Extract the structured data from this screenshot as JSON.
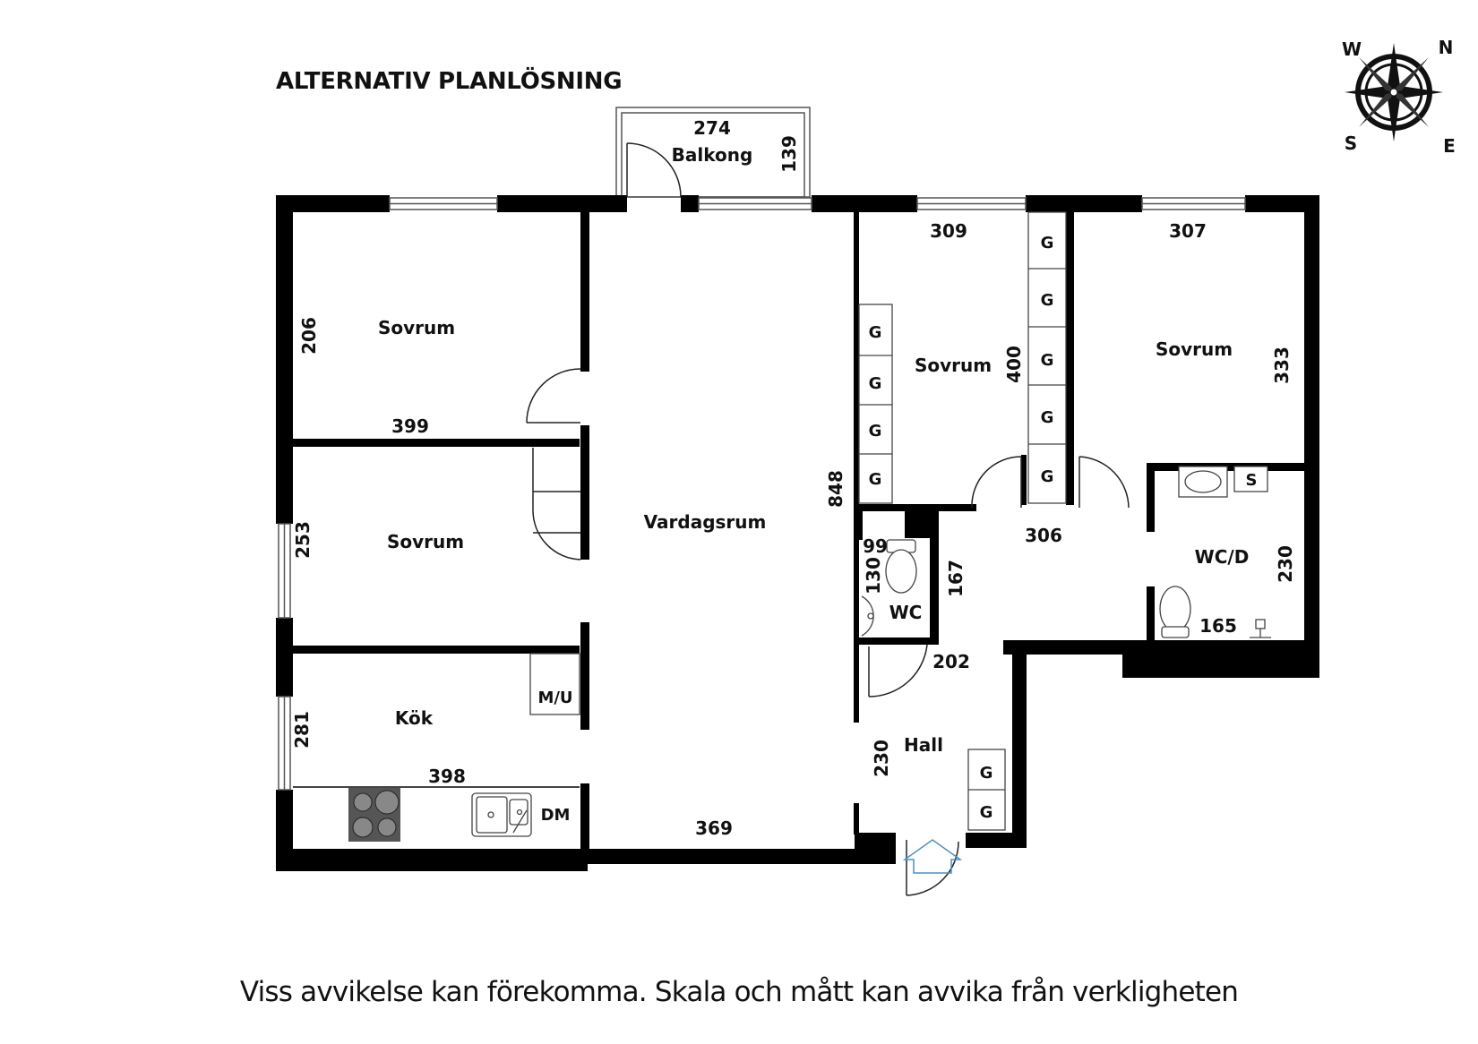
{
  "title": "ALTERNATIV PLANLÖSNING",
  "disclaimer": "Viss avvikelse kan förekomma. Skala och mått kan avvika från verkligheten",
  "compass": {
    "n": "N",
    "s": "S",
    "e": "E",
    "w": "W"
  },
  "rooms": {
    "sovrum_1": "Sovrum",
    "sovrum_2": "Sovrum",
    "sovrum_3": "Sovrum",
    "sovrum_4": "Sovrum",
    "vardagsrum": "Vardagsrum",
    "kok": "Kök",
    "balkong": "Balkong",
    "wc": "WC",
    "wcd": "WC/D",
    "hall": "Hall"
  },
  "fixtures": {
    "mu": "M/U",
    "dm": "DM",
    "s": "S",
    "wardrobe": "G"
  },
  "dimensions": {
    "balkong_w": "274",
    "balkong_d": "139",
    "sovrum1_h": "206",
    "sovrum1_w": "399",
    "sovrum2_h": "253",
    "kok_h": "281",
    "kok_w": "398",
    "vardagsrum_w": "369",
    "vardagsrum_h": "848",
    "sovrum3_w": "309",
    "sovrum3_h": "400",
    "sovrum4_w": "307",
    "sovrum4_h": "333",
    "corridor_w": "306",
    "wc_w": "99",
    "wc_h": "130",
    "corridor_h": "167",
    "hall_w": "202",
    "hall_h": "230",
    "wcd_h": "230",
    "wcd_w": "165"
  }
}
